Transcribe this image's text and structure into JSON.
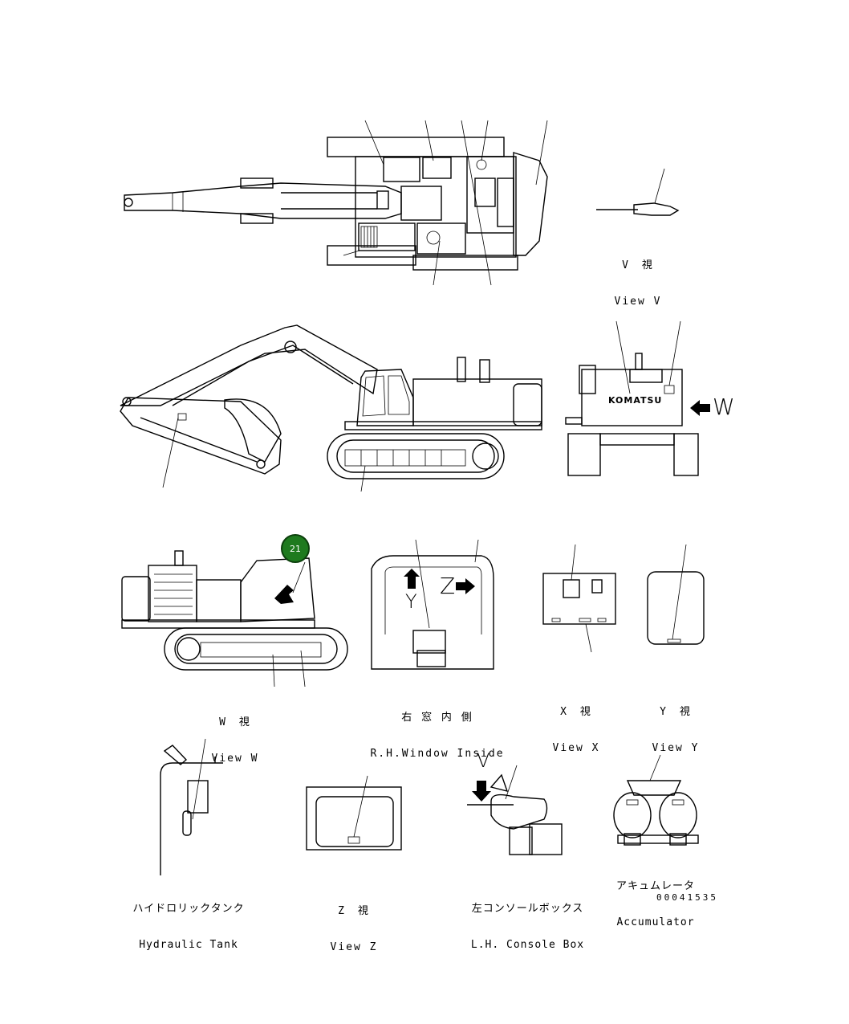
{
  "callout": {
    "number": "21",
    "color": "#1e7a1e"
  },
  "views": {
    "view_v": {
      "jp": "V　視",
      "en": "View V"
    },
    "view_w": {
      "jp": "W　視",
      "en": "View W"
    },
    "rh_window": {
      "jp": "右 窓 内 側",
      "en": "R.H.Window Inside"
    },
    "view_x": {
      "jp": "X　視",
      "en": "View X"
    },
    "view_y": {
      "jp": "Y　視",
      "en": "View Y"
    },
    "hydraulic_tank": {
      "jp": "ハイドロリックタンク",
      "en": "Hydraulic Tank"
    },
    "view_z": {
      "jp": "Z　視",
      "en": "View Z"
    },
    "lh_console": {
      "jp": "左コンソールボックス",
      "en": "L.H. Console Box"
    },
    "accumulator": {
      "jp": "アキュムレータ",
      "en": "Accumulator"
    }
  },
  "arrow_letters": {
    "w": "W",
    "y": "Y",
    "z": "Z",
    "v": "V"
  },
  "brand_text": "KOMATSU",
  "drawing_number": "00041535"
}
